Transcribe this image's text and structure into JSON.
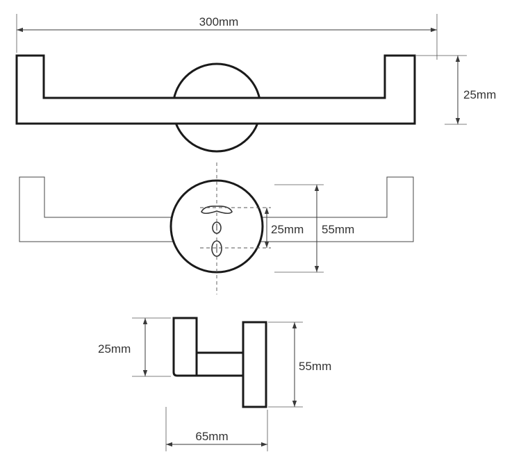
{
  "labels": {
    "top_width": "300mm",
    "top_height": "25mm",
    "front_hole_spacing": "25mm",
    "front_rosette_diameter": "55mm",
    "side_bar_height": "25mm",
    "side_rosette_height": "55mm",
    "side_projection": "65mm"
  }
}
